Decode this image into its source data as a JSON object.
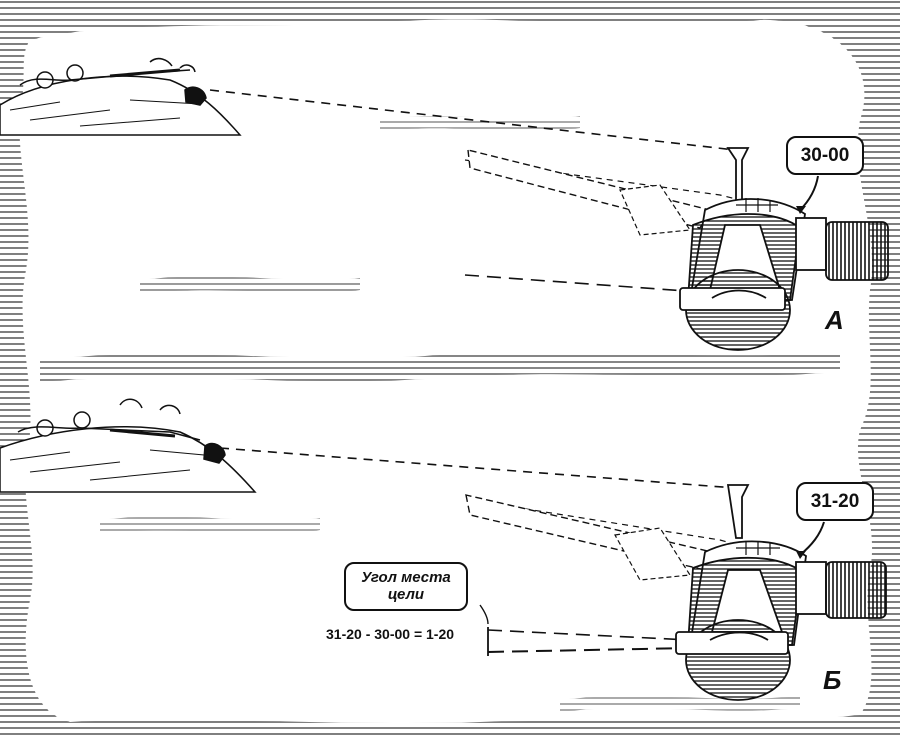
{
  "panels": {
    "a": {
      "label": "А",
      "reading": "30-00"
    },
    "b": {
      "label": "Б",
      "reading": "31-20"
    }
  },
  "annotation": {
    "title_line1": "Угол места",
    "title_line2": "цели",
    "formula": "31-20 - 30-00 = 1-20"
  },
  "colors": {
    "ink": "#111111",
    "paper": "#ffffff"
  }
}
